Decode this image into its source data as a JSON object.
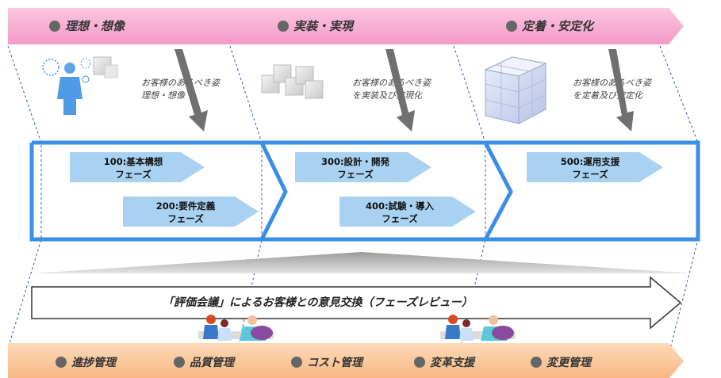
{
  "top_banner": {
    "stages": [
      "理想・想像",
      "実装・実現",
      "定着・安定化"
    ]
  },
  "notes": [
    {
      "line1": "お客様のあるべき姿",
      "line2": "理想・想像"
    },
    {
      "line1": "お客様のあるべき姿",
      "line2": "を実装及び実現化"
    },
    {
      "line1": "お客様のあるべき姿",
      "line2": "を定着及び安定化"
    }
  ],
  "phases": [
    {
      "code": "100:基本構想",
      "suffix": "フェーズ"
    },
    {
      "code": "200:要件定義",
      "suffix": "フェーズ"
    },
    {
      "code": "300:設計・開発",
      "suffix": "フェーズ"
    },
    {
      "code": "400:試験・導入",
      "suffix": "フェーズ"
    },
    {
      "code": "500:運用支援",
      "suffix": "フェーズ"
    }
  ],
  "review_arrow": {
    "label": "「評価会議」によるお客様との意見交換（フェーズレビュー）"
  },
  "bottom_banner": {
    "items": [
      "進捗管理",
      "品質管理",
      "コスト管理",
      "変革支援",
      "変更管理"
    ]
  },
  "colors": {
    "top_banner": "#f7a6cf",
    "bottom_banner": "#f9c89c",
    "phase_frame": "#3b8ee8",
    "phase_arrow": "#a9d2f2",
    "bullet": "#666666"
  }
}
